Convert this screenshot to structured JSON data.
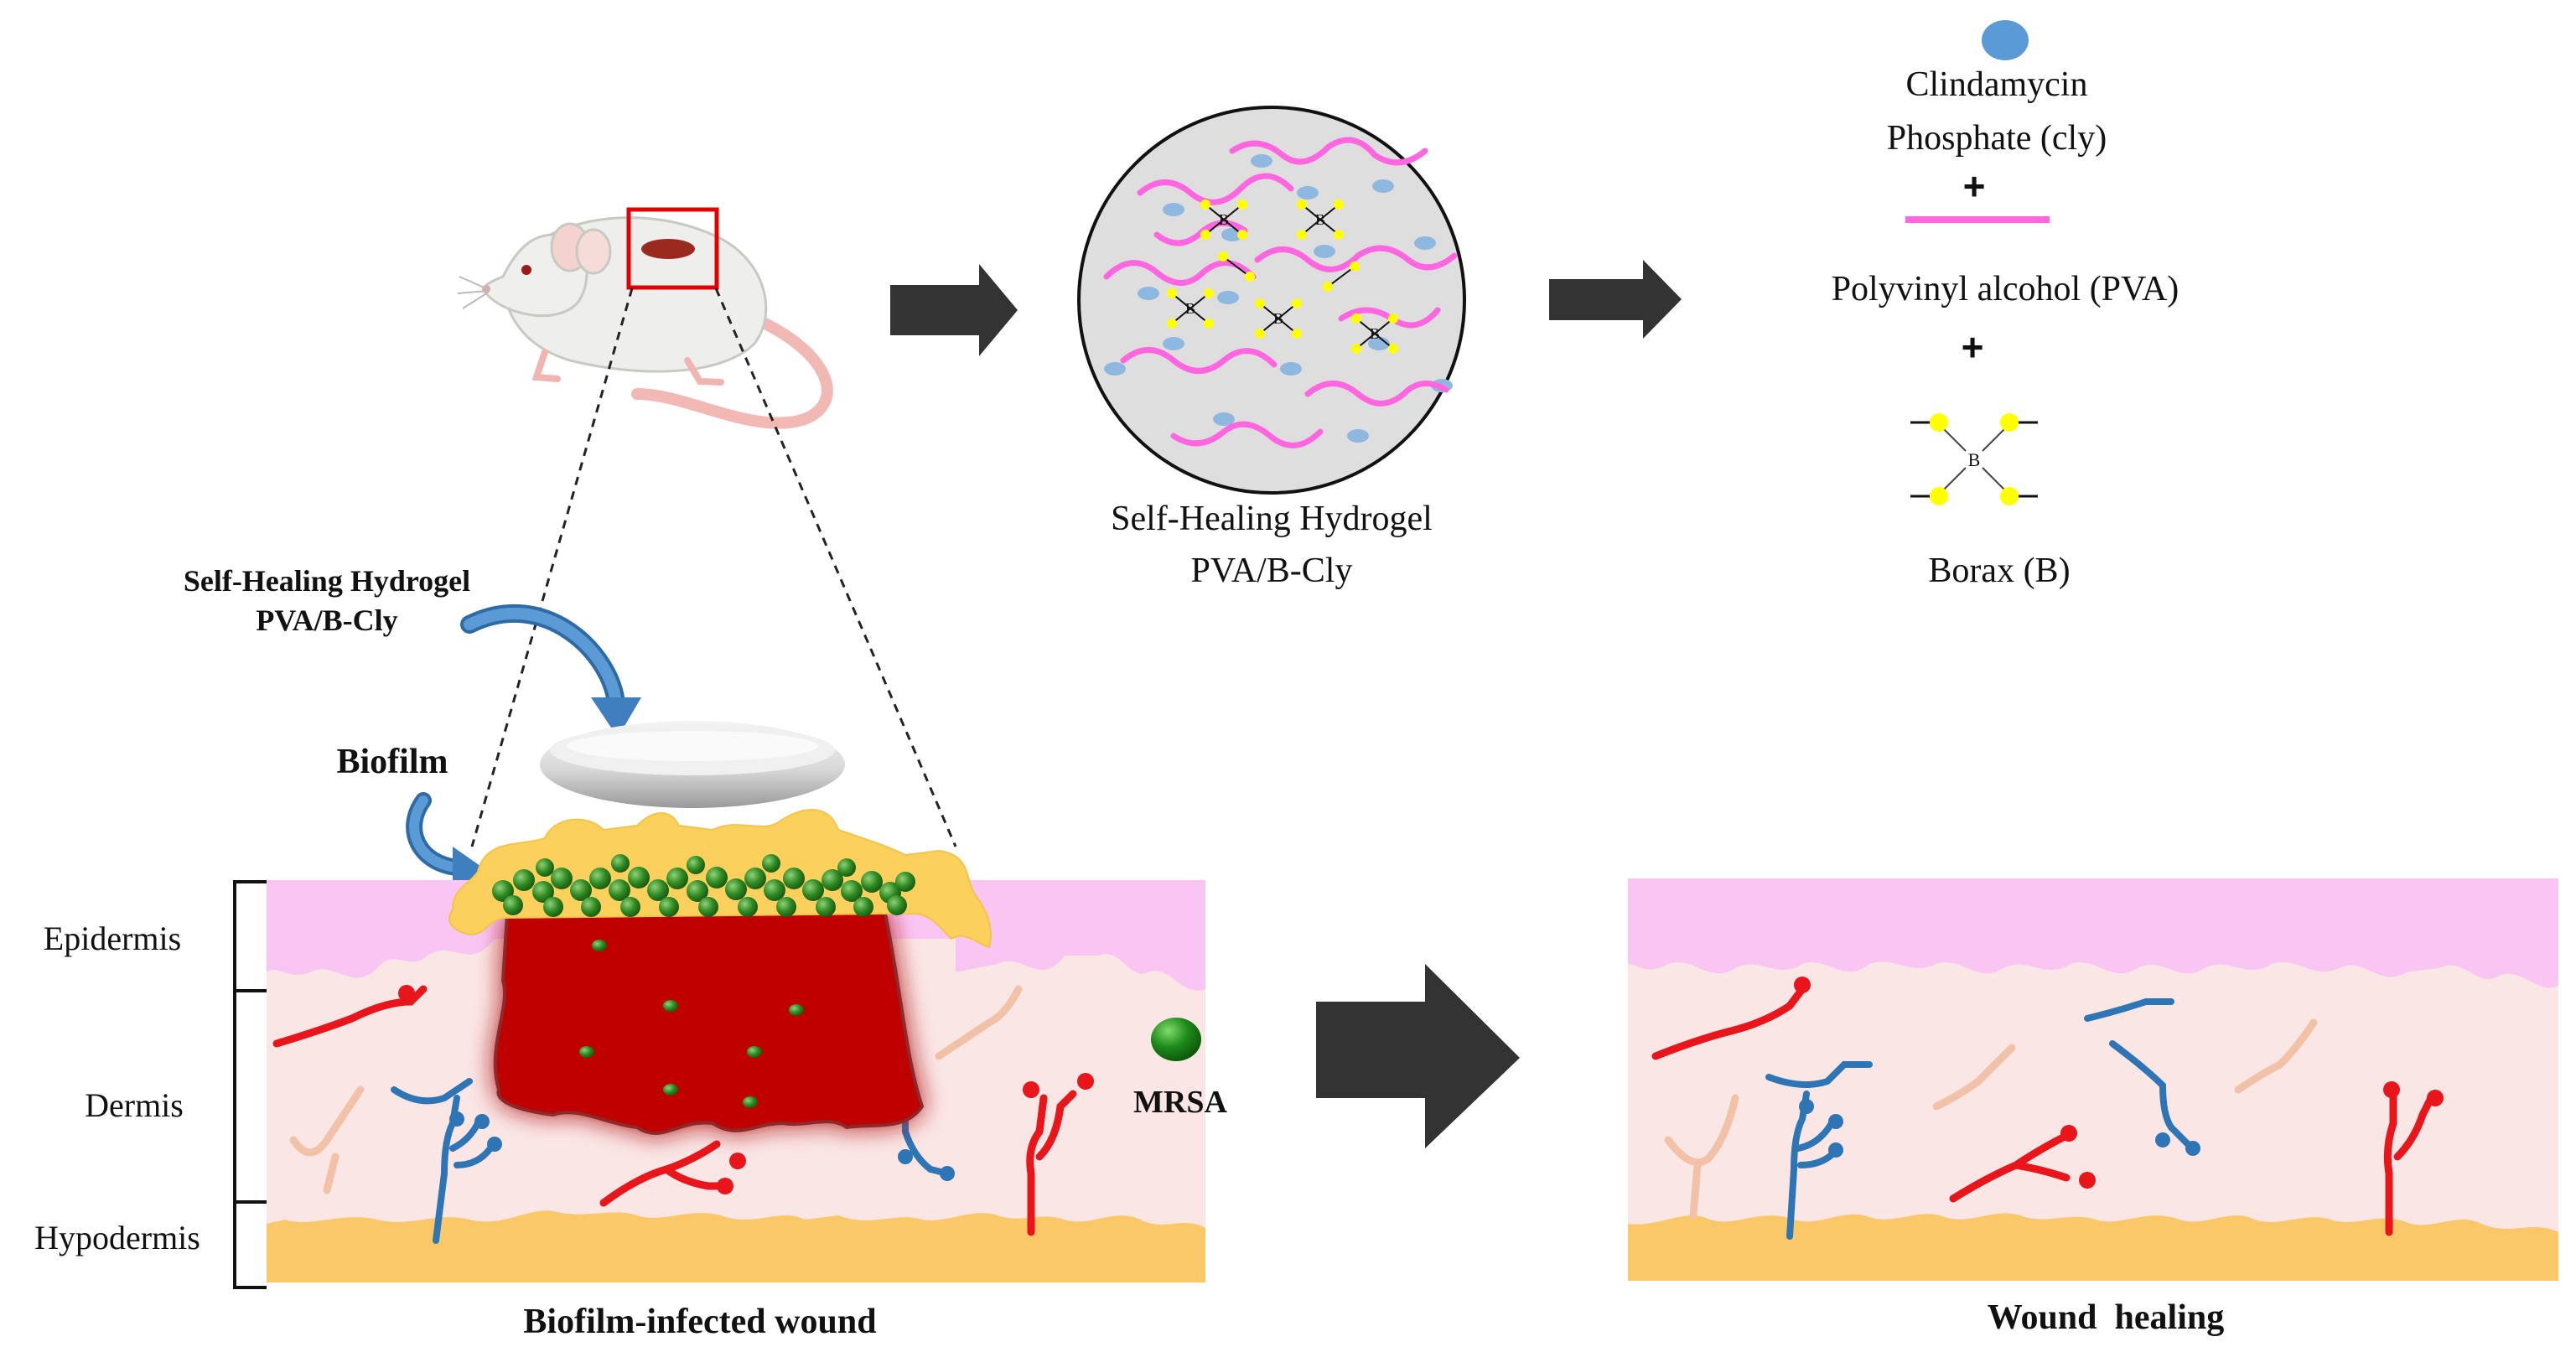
{
  "labels": {
    "clindamycin_line1": "Clindamycin",
    "clindamycin_line2": "Phosphate (cly)",
    "plus_1": "+",
    "pva": "Polyvinyl alcohol (PVA)",
    "plus_2": "+",
    "borax_atom": "B",
    "borax": "Borax (B)",
    "hydrogel_line1": "Self-Healing Hydrogel",
    "hydrogel_line2": "PVA/B-Cly",
    "applied_line1": "Self-Healing Hydrogel",
    "applied_line2": "PVA/B-Cly",
    "biofilm": "Biofilm",
    "epidermis": "Epidermis",
    "dermis": "Dermis",
    "hypodermis": "Hypodermis",
    "mrsa": "MRSA",
    "infected_wound": "Biofilm-infected wound",
    "wound_healing": "Wound  healing",
    "network_atom": "B"
  },
  "colors": {
    "epidermis": "#f9c6f4",
    "dermis": "#fbe6e6",
    "hypodermis": "#fbc869",
    "wound": "#c00000",
    "biofilm_layer": "#fcd05c",
    "bacteria": "#3a8a2a",
    "pva_chain": "#ff66e0",
    "drug": "#8fb8e0",
    "borax_node": "#ffff00",
    "blood_vessel_red": "#e8151b",
    "blood_vessel_blue": "#2e75b6",
    "nerve": "#f2c2a8",
    "arrow": "#333333"
  }
}
